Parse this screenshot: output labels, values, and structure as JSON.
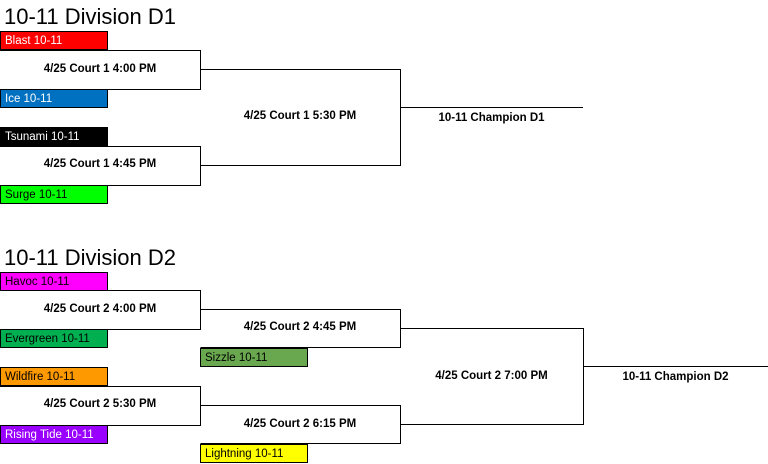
{
  "d1": {
    "title": "10-11 Division D1",
    "teams": [
      {
        "name": "Blast 10-11",
        "bg": "#ff0000",
        "fg": "#ffffff"
      },
      {
        "name": "Ice 10-11",
        "bg": "#0070c0",
        "fg": "#ffffff"
      },
      {
        "name": "Tsunami 10-11",
        "bg": "#000000",
        "fg": "#ffffff"
      },
      {
        "name": "Surge 10-11",
        "bg": "#00ff00",
        "fg": "#000000"
      }
    ],
    "games": {
      "g1": "4/25 Court 1 4:00 PM",
      "g2": "4/25 Court 1 4:45 PM",
      "g3": "4/25 Court 1 5:30 PM",
      "champion": "10-11 Champion D1"
    }
  },
  "d2": {
    "title": "10-11 Division D2",
    "teams": [
      {
        "name": "Havoc 10-11",
        "bg": "#ff00ff",
        "fg": "#000000"
      },
      {
        "name": "Evergreen 10-11",
        "bg": "#00b050",
        "fg": "#000000"
      },
      {
        "name": "Wildfire 10-11",
        "bg": "#ff9900",
        "fg": "#000000"
      },
      {
        "name": "Rising Tide 10-11",
        "bg": "#9900ff",
        "fg": "#ffffff"
      },
      {
        "name": "Sizzle 10-11",
        "bg": "#6aa84f",
        "fg": "#000000"
      },
      {
        "name": "Lightning 10-11",
        "bg": "#ffff00",
        "fg": "#000000"
      }
    ],
    "games": {
      "g1": "4/25 Court 2 4:00 PM",
      "g2": "4/25 Court 2 5:30 PM",
      "g3": "4/25 Court 2 4:45 PM",
      "g4": "4/25 Court 2 6:15 PM",
      "g5": "4/25 Court 2 7:00 PM",
      "champion": "10-11 Champion D2"
    }
  }
}
